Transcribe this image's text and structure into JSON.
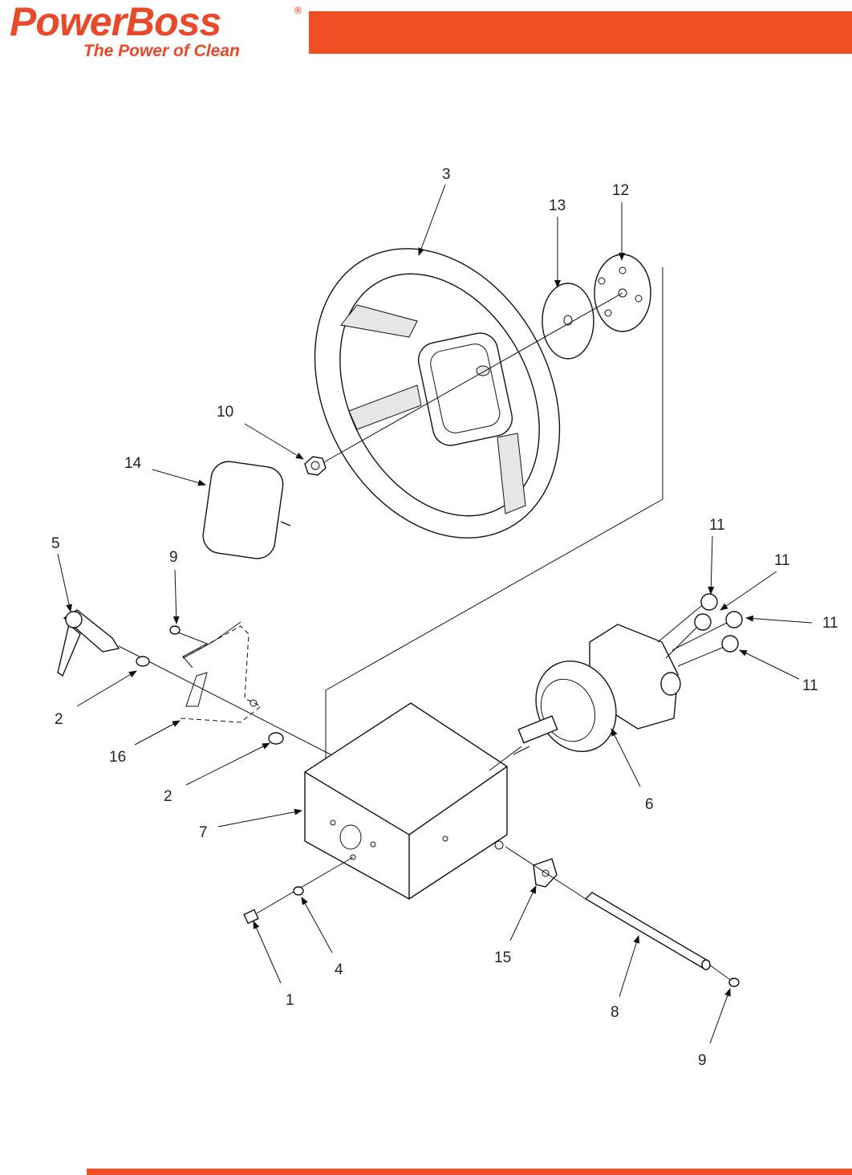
{
  "brand": {
    "name": "PowerBoss",
    "registered_mark": "®",
    "tagline": "The Power of Clean",
    "accent_color": "#f04e23"
  },
  "callouts": {
    "c1": "1",
    "c2a": "2",
    "c2b": "2",
    "c3": "3",
    "c4": "4",
    "c5": "5",
    "c6": "6",
    "c7": "7",
    "c8": "8",
    "c9a": "9",
    "c9b": "9",
    "c10": "10",
    "c11a": "11",
    "c11b": "11",
    "c11c": "11",
    "c11d": "11",
    "c12": "12",
    "c13": "13",
    "c14": "14",
    "c15": "15",
    "c16": "16"
  }
}
